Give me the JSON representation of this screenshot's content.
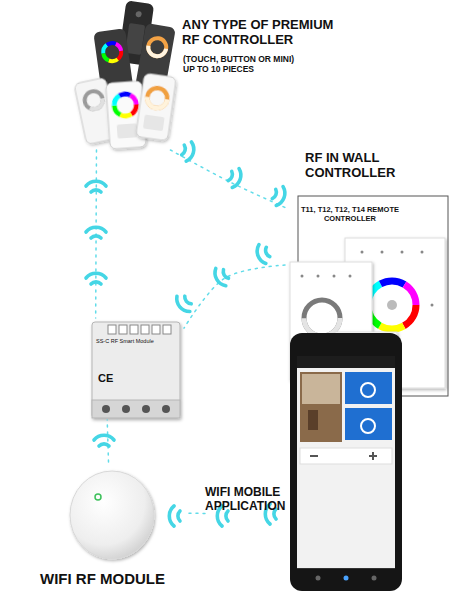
{
  "diagram": {
    "nodes": [
      {
        "text": [
          "ANY TYPE OF PREMIUM RF CONTROLLER",
          "(TOUCH, BUTTON OR MINI) UP TO 10 PIECES"
        ]
      },
      {
        "text": [
          "RF IN WALL CONTROLLER",
          "T11, T12, T12, T14 REMOTE CONTROLLER"
        ]
      },
      {
        "text": [
          "SS-C RF Smart Module"
        ]
      },
      {
        "text": [
          "WIFI RF MODULE"
        ]
      },
      {
        "text": [
          "WIFI MOBILE APPLICATION"
        ]
      }
    ],
    "edges": [
      {
        "from": 0,
        "to": 1,
        "arrow": "none"
      },
      {
        "from": 0,
        "to": 2,
        "arrow": "none"
      },
      {
        "from": 1,
        "to": 2,
        "arrow": "none"
      },
      {
        "from": 3,
        "to": 2,
        "arrow": "none"
      },
      {
        "from": 4,
        "to": 3,
        "arrow": "none"
      }
    ],
    "labels": [
      "CE"
    ]
  }
}
